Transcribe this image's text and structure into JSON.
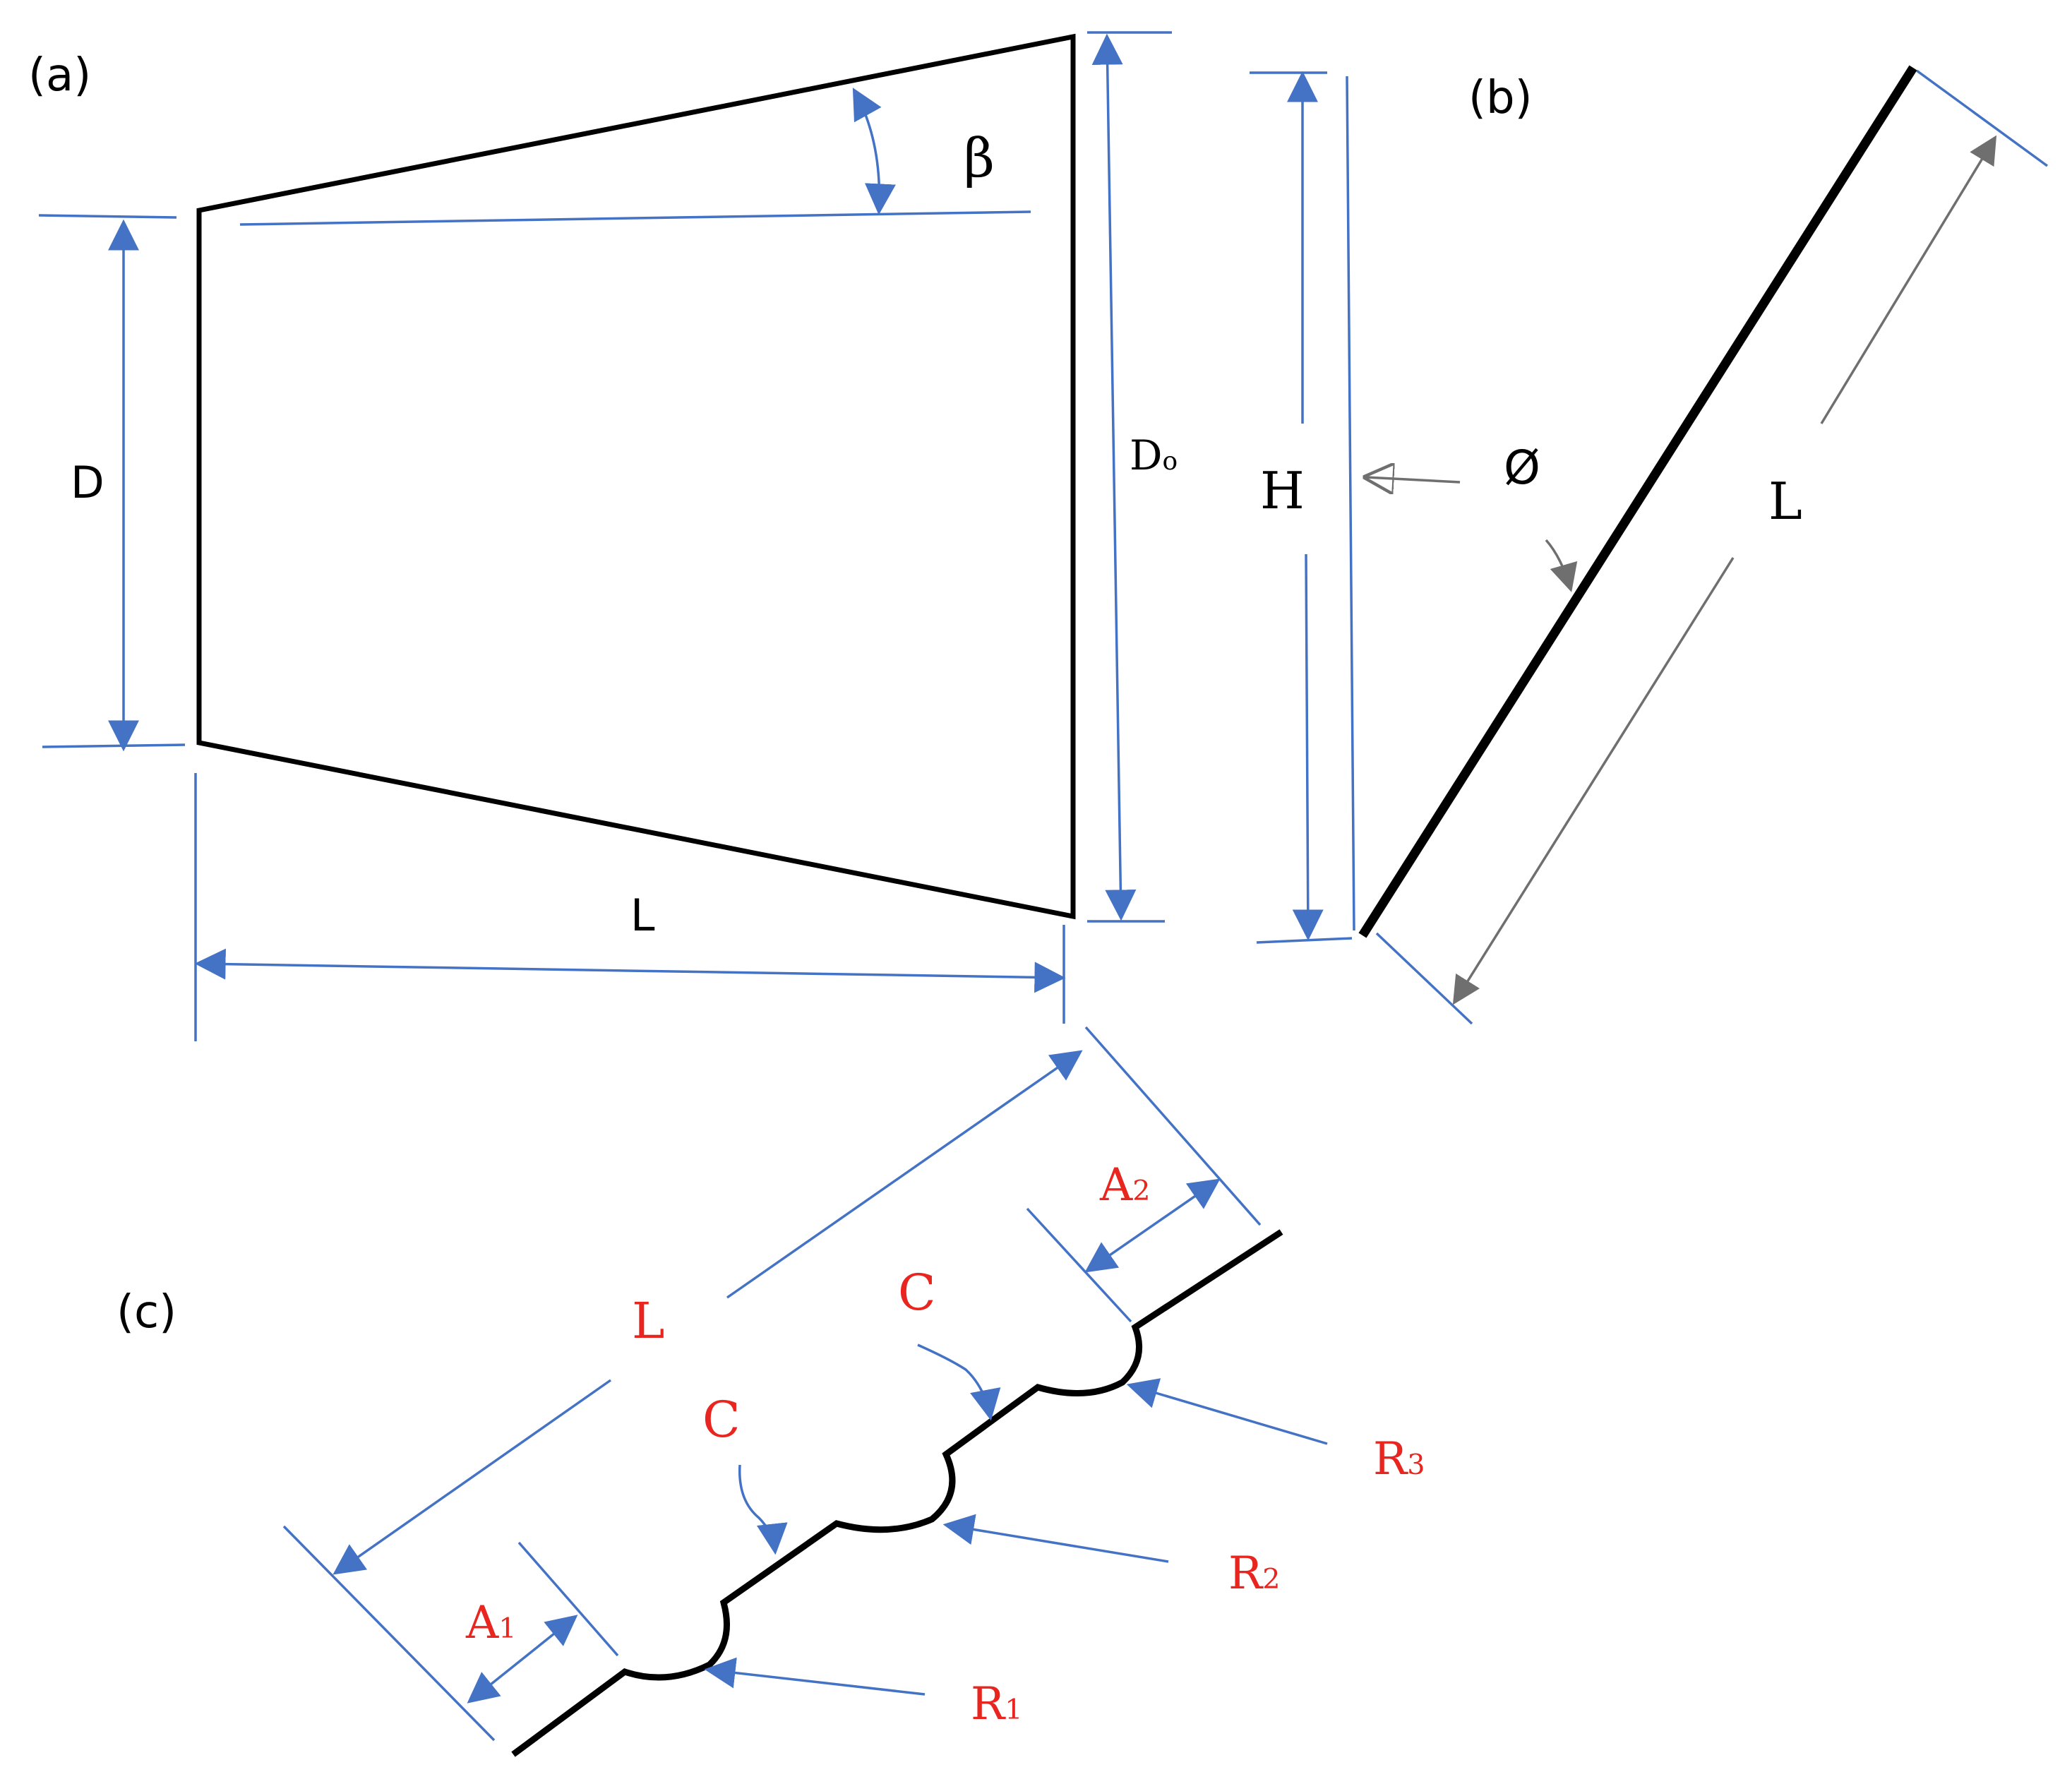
{
  "panel_a": {
    "label": "(a)",
    "beta": "β",
    "D": "D",
    "Do_main": "D",
    "Do_sub": "o",
    "L": "L"
  },
  "panel_b": {
    "label": "(b)",
    "H": "H",
    "phi": "Ø",
    "L": "L"
  },
  "panel_c": {
    "label": "(c)",
    "L": "L",
    "C1": "C",
    "C2": "C",
    "A1_main": "A",
    "A1_sub": "1",
    "A2_main": "A",
    "A2_sub": "2",
    "R1_main": "R",
    "R1_sub": "1",
    "R2_main": "R",
    "R2_sub": "2",
    "R3_main": "R",
    "R3_sub": "3"
  },
  "colors": {
    "outline": "#000000",
    "dimension": "#4472c4",
    "annotation_gray": "#6f6f6f",
    "label_red": "#e8261f"
  }
}
